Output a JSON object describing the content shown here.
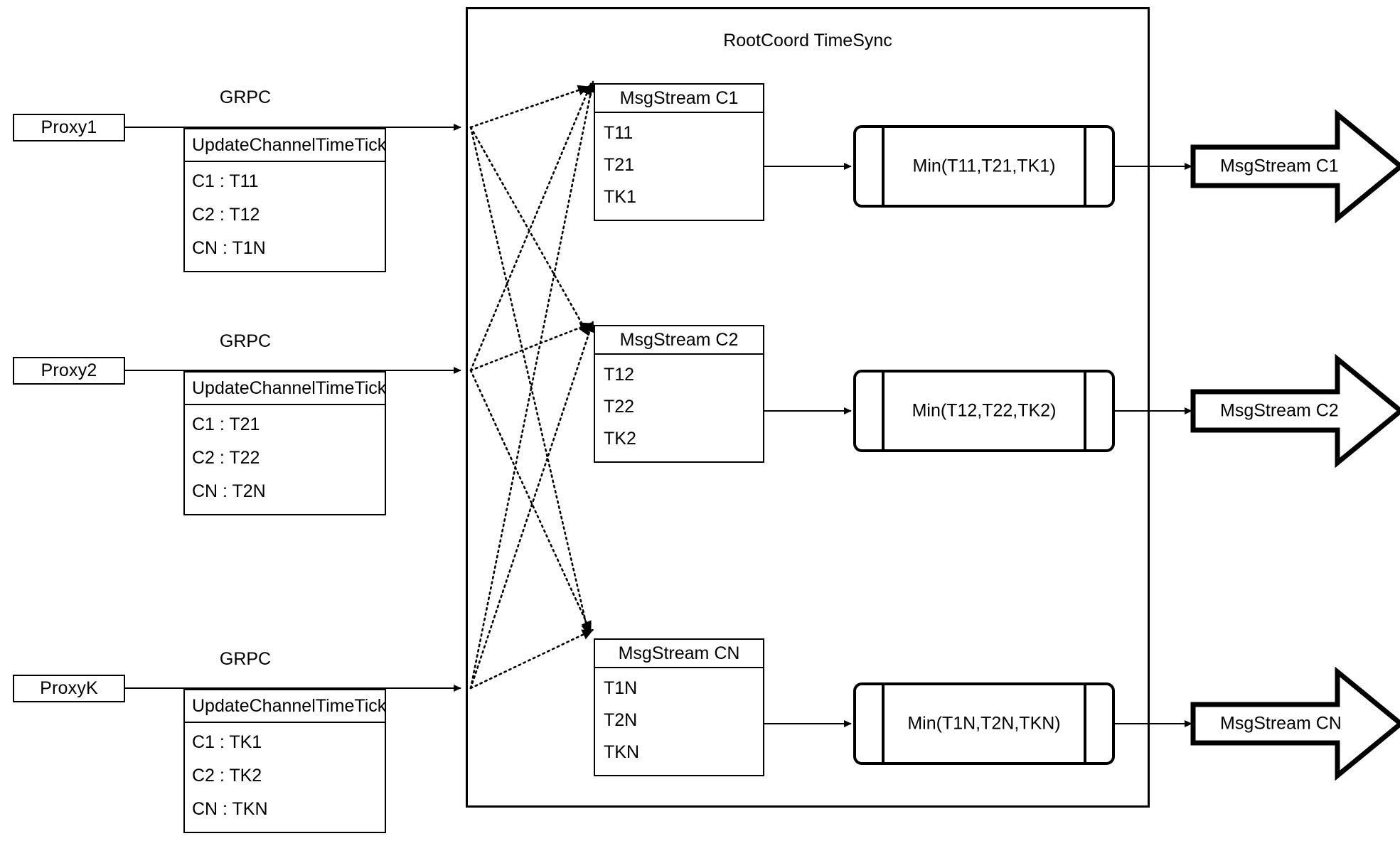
{
  "diagram": {
    "title": "RootCoord TimeSync",
    "background": "#ffffff",
    "stroke": "#000000"
  },
  "proxies": [
    {
      "name": "Proxy1",
      "protocol_label": "GRPC",
      "request": {
        "header": "UpdateChannelTimeTick",
        "rows": [
          "C1 :  T11",
          "C2 :  T12",
          "CN : T1N"
        ]
      }
    },
    {
      "name": "Proxy2",
      "protocol_label": "GRPC",
      "request": {
        "header": "UpdateChannelTimeTick",
        "rows": [
          "C1 :  T21",
          "C2 :  T22",
          "CN : T2N"
        ]
      }
    },
    {
      "name": "ProxyK",
      "protocol_label": "GRPC",
      "request": {
        "header": "UpdateChannelTimeTick",
        "rows": [
          "C1 :  TK1",
          "C2 :  TK2",
          "CN : TKN"
        ]
      }
    }
  ],
  "channels": [
    {
      "stream": {
        "header": "MsgStream C1",
        "rows": [
          "T11",
          "T21",
          "TK1"
        ]
      },
      "reducer": "Min(T11,T21,TK1)",
      "output": "MsgStream C1"
    },
    {
      "stream": {
        "header": "MsgStream C2",
        "rows": [
          "T12",
          "T22",
          "TK2"
        ]
      },
      "reducer": "Min(T12,T22,TK2)",
      "output": "MsgStream C2"
    },
    {
      "stream": {
        "header": "MsgStream CN",
        "rows": [
          "T1N",
          "T2N",
          "TKN"
        ]
      },
      "reducer": "Min(T1N,T2N,TKN)",
      "output": "MsgStream CN"
    }
  ]
}
